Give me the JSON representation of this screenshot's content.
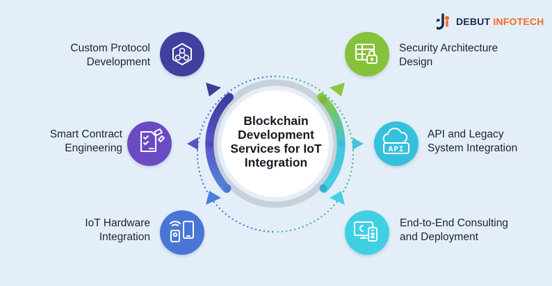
{
  "brand": {
    "name_part1": "DEBUT",
    "name_part2": "INFOTECH",
    "color_dark": "#1f2a44",
    "color_accent": "#f26b21"
  },
  "center": {
    "title_lines": [
      "Blockchain",
      "Development",
      "Services for IoT",
      "Integration"
    ]
  },
  "services": [
    {
      "id": "custom-protocol",
      "lines": [
        "Custom Protocol",
        "Development"
      ],
      "icon": "hexagon-nodes-icon",
      "color": "#3f3f9f"
    },
    {
      "id": "smart-contract",
      "lines": [
        "Smart Contract",
        "Engineering"
      ],
      "icon": "contract-checklist-icon",
      "color": "#6a4bc4"
    },
    {
      "id": "iot-hardware",
      "lines": [
        "IoT Hardware",
        "Integration"
      ],
      "icon": "iot-device-icon",
      "color": "#4a76d4"
    },
    {
      "id": "security-architecture",
      "lines": [
        "Security Architecture",
        "Design"
      ],
      "icon": "grid-lock-icon",
      "color": "#86c13a"
    },
    {
      "id": "api-legacy",
      "lines": [
        "API and Legacy",
        "System Integration"
      ],
      "icon": "cloud-api-icon",
      "color": "#35c0dc"
    },
    {
      "id": "end-to-end",
      "lines": [
        "End-to-End Consulting",
        "and Deployment"
      ],
      "icon": "monitor-phone-icon",
      "color": "#3fd0e4"
    }
  ],
  "api_icon_text": "API"
}
